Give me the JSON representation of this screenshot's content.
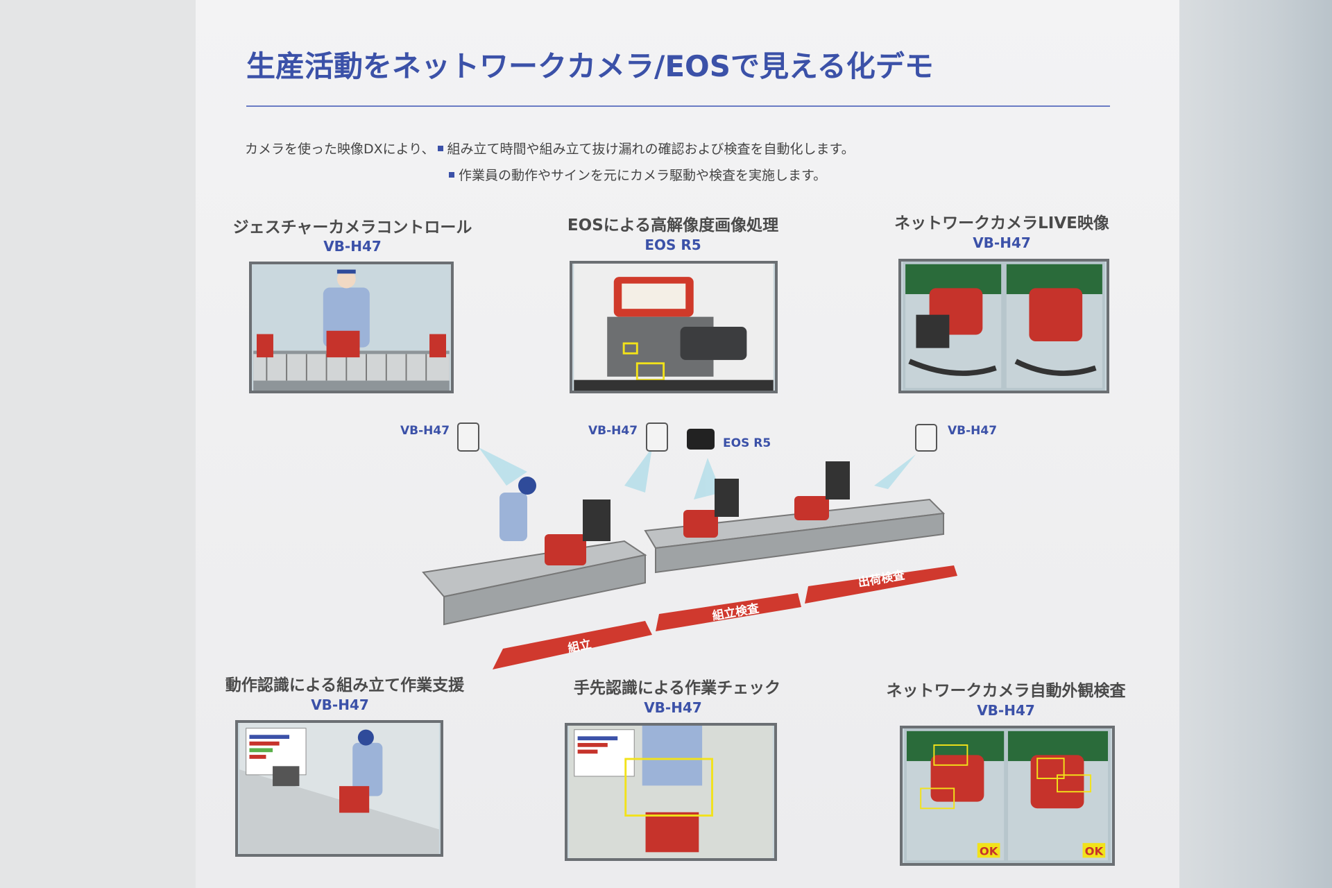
{
  "title": "生産活動をネットワークカメラ/EOSで見える化デモ",
  "description": {
    "lead": "カメラを使った映像DXにより、",
    "points": [
      "組み立て時間や組み立て抜け漏れの確認および検査を自動化します。",
      "作業員の動作やサインを元にカメラ駆動や検査を実施します。"
    ]
  },
  "top_panels": [
    {
      "title": "ジェスチャーカメラコントロール",
      "model": "VB-H47"
    },
    {
      "title": "EOSによる高解像度画像処理",
      "model": "EOS R5"
    },
    {
      "title": "ネットワークカメラLIVE映像",
      "model": "VB-H47"
    }
  ],
  "bottom_panels": [
    {
      "title": "動作認識による組み立て作業支援",
      "model": "VB-H47"
    },
    {
      "title": "手先認識による作業チェック",
      "model": "VB-H47"
    },
    {
      "title": "ネットワークカメラ自動外観検査",
      "model": "VB-H47",
      "badge": "OK"
    }
  ],
  "diagram": {
    "camera_labels": [
      "VB-H47",
      "VB-H47",
      "EOS R5",
      "VB-H47"
    ],
    "stages": [
      "組立",
      "組立検査",
      "出荷検査"
    ]
  },
  "colors": {
    "accent": "#3b51a8",
    "arrow": "#d0392e",
    "highlight": "#f2e21a"
  }
}
